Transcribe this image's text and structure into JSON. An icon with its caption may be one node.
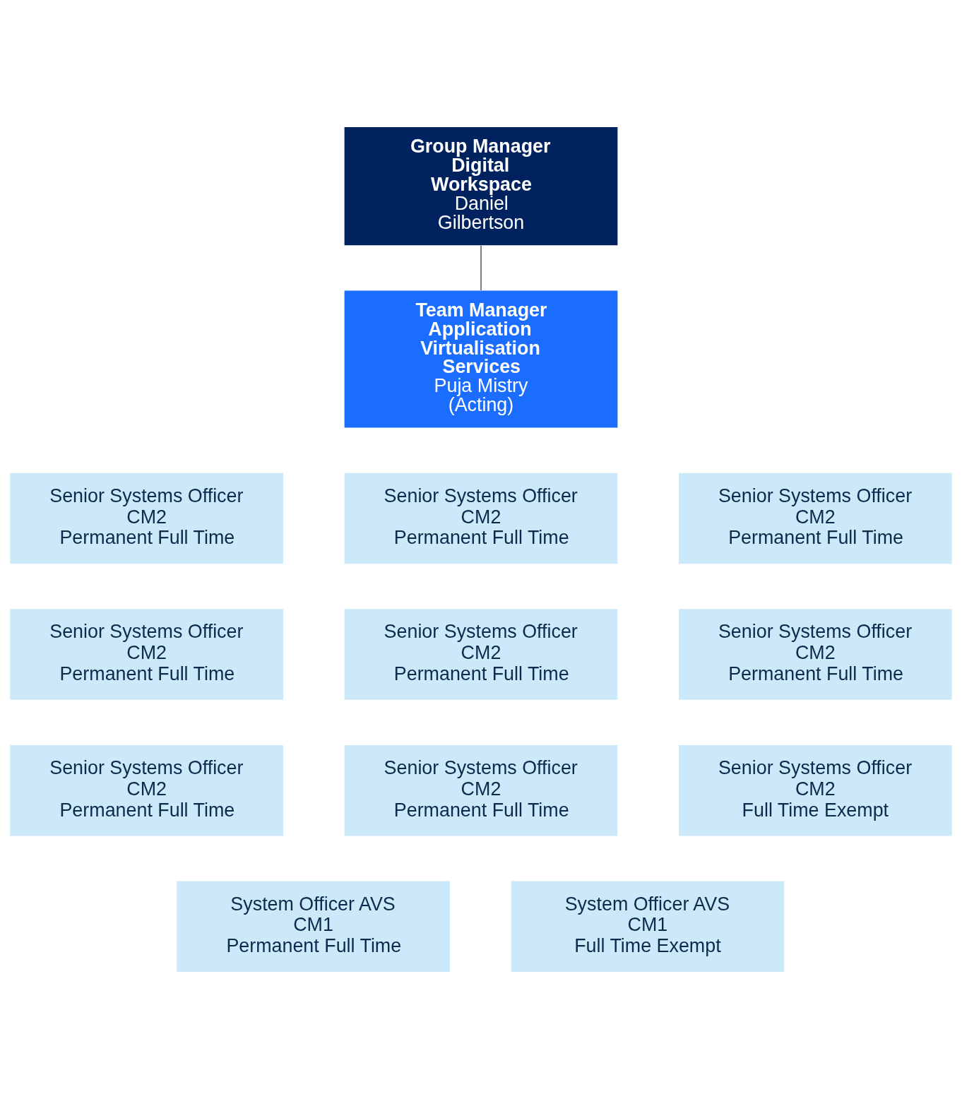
{
  "diagram": {
    "nodes": [
      {
        "text": [
          "Group Manager Digital Workspace",
          "Daniel Gilbertson"
        ]
      },
      {
        "text": [
          "Team Manager Application Virtualisation Services",
          "Puja Mistry (Acting)"
        ]
      },
      {
        "text": [
          "Senior Systems Officer",
          "CM2",
          "Permanent Full Time"
        ]
      },
      {
        "text": [
          "Senior Systems Officer",
          "CM2",
          "Permanent Full Time"
        ]
      },
      {
        "text": [
          "Senior Systems Officer",
          "CM2",
          "Permanent Full Time"
        ]
      },
      {
        "text": [
          "Senior Systems Officer",
          "CM2",
          "Permanent Full Time"
        ]
      },
      {
        "text": [
          "Senior Systems Officer",
          "CM2",
          "Permanent Full Time"
        ]
      },
      {
        "text": [
          "Senior Systems Officer",
          "CM2",
          "Permanent Full Time"
        ]
      },
      {
        "text": [
          "Senior Systems Officer",
          "CM2",
          "Permanent Full Time"
        ]
      },
      {
        "text": [
          "Senior Systems Officer",
          "CM2",
          "Permanent Full Time"
        ]
      },
      {
        "text": [
          "Senior Systems Officer",
          "CM2",
          "Full Time Exempt"
        ]
      },
      {
        "text": [
          "System Officer AVS",
          "CM1",
          "Permanent Full Time"
        ]
      },
      {
        "text": [
          "System Officer AVS",
          "CM1",
          "Full Time Exempt"
        ]
      }
    ],
    "edges": [
      {
        "from": 0,
        "to": 1,
        "arrow": "none"
      }
    ]
  }
}
